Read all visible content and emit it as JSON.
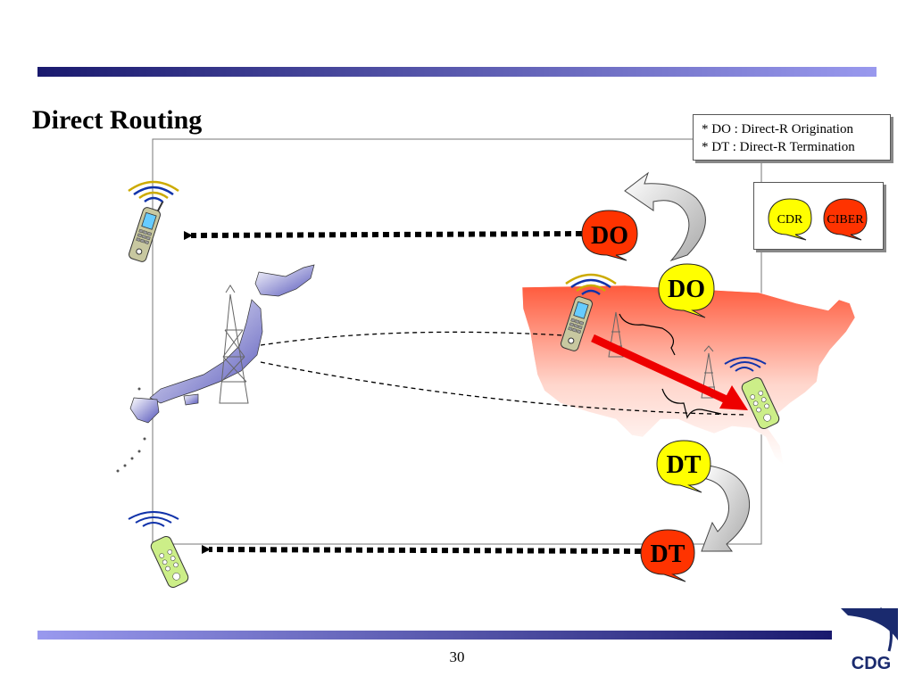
{
  "slide": {
    "title": "Direct Routing",
    "page_number": "30",
    "legend": {
      "do_def": "* DO : Direct-R Origination",
      "dt_def": "* DT : Direct-R Termination"
    },
    "record_types": {
      "cdr": "CDR",
      "ciber": "CIBER"
    },
    "bubbles": {
      "do_red": "DO",
      "do_yellow": "DO",
      "dt_yellow": "DT",
      "dt_red": "DT"
    },
    "logo_text": "CDG",
    "colors": {
      "accent_navy": "#1a1a6e",
      "accent_lavender": "#9999ee",
      "red_bubble": "#ff3300",
      "yellow_bubble": "#ffff00",
      "arrow_red": "#ee0000"
    }
  }
}
